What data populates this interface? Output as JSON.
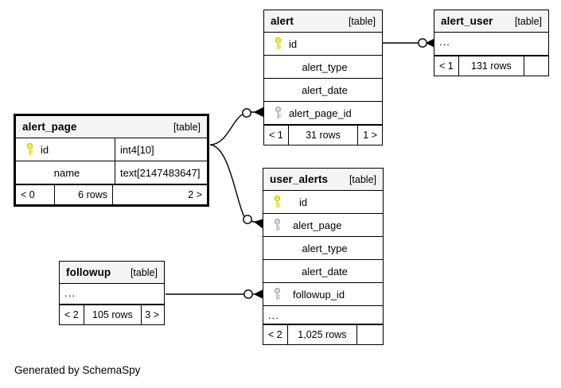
{
  "diagram": {
    "caption": "Generated by SchemaSpy",
    "table_tag": "[table]",
    "ellipsis": "...",
    "colors": {
      "pk_key": "#e8e81c",
      "fk_key": "#c0c0c0",
      "header_bg": "#f4f4f4",
      "border": "#000000",
      "background": "#ffffff"
    }
  },
  "tables": {
    "alert": {
      "name": "alert",
      "tag": "[table]",
      "columns": [
        {
          "key": "pk",
          "label": "id",
          "type": ""
        },
        {
          "key": "none",
          "label": "alert_type",
          "type": ""
        },
        {
          "key": "none",
          "label": "alert_date",
          "type": ""
        },
        {
          "key": "fk",
          "label": "alert_page_id",
          "type": ""
        }
      ],
      "footer": {
        "left": "< 1",
        "middle": "31 rows",
        "right": "1 >"
      }
    },
    "alert_user": {
      "name": "alert_user",
      "tag": "[table]",
      "columns": [
        {
          "key": "none",
          "label": "...",
          "type": ""
        }
      ],
      "footer": {
        "left": "< 1",
        "middle": "131 rows",
        "right": ""
      }
    },
    "alert_page": {
      "name": "alert_page",
      "tag": "[table]",
      "focused": true,
      "columns": [
        {
          "key": "pk",
          "label": "id",
          "type": "int4[10]"
        },
        {
          "key": "none",
          "label": "name",
          "type": "text[2147483647]"
        }
      ],
      "footer": {
        "left": "< 0",
        "middle": "6 rows",
        "right": "2 >"
      }
    },
    "user_alerts": {
      "name": "user_alerts",
      "tag": "[table]",
      "columns": [
        {
          "key": "pk",
          "label": "id",
          "type": ""
        },
        {
          "key": "fk",
          "label": "alert_page",
          "type": ""
        },
        {
          "key": "none",
          "label": "alert_type",
          "type": ""
        },
        {
          "key": "none",
          "label": "alert_date",
          "type": ""
        },
        {
          "key": "fk",
          "label": "followup_id",
          "type": ""
        },
        {
          "key": "none",
          "label": "...",
          "type": ""
        }
      ],
      "footer": {
        "left": "< 2",
        "middle": "1,025 rows",
        "right": ""
      }
    },
    "followup": {
      "name": "followup",
      "tag": "[table]",
      "columns": [
        {
          "key": "none",
          "label": "...",
          "type": ""
        }
      ],
      "footer": {
        "left": "< 2",
        "middle": "105 rows",
        "right": "3 >"
      }
    }
  },
  "relationships": [
    {
      "from": "alert_page",
      "to": "alert",
      "label": "alert_page.id -> alert.alert_page_id"
    },
    {
      "from": "alert_page",
      "to": "user_alerts",
      "label": "alert_page.id -> user_alerts.alert_page"
    },
    {
      "from": "alert",
      "to": "alert_user",
      "label": "alert.id -> alert_user"
    },
    {
      "from": "followup",
      "to": "user_alerts",
      "label": "followup -> user_alerts.followup_id"
    }
  ]
}
